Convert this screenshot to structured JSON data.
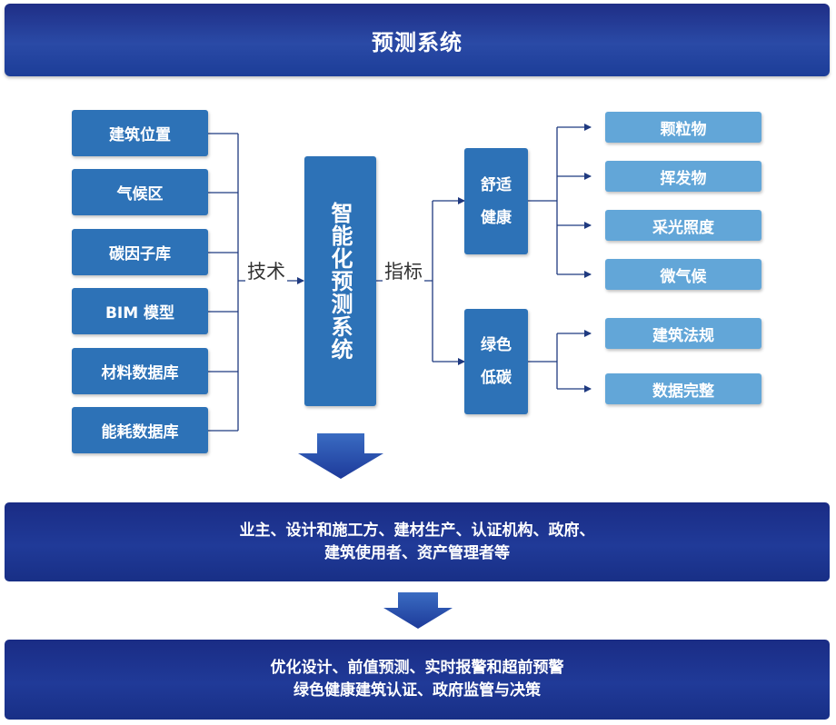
{
  "title": "预测系统",
  "inputs": [
    "建筑位置",
    "气候区",
    "碳因子库",
    "BIM 模型",
    "材料数据库",
    "能耗数据库"
  ],
  "edge_labels": {
    "technology": "技术",
    "indicator": "指标"
  },
  "center": "智能化预测系统",
  "groups": [
    {
      "line1": "舒适",
      "line2": "健康",
      "items": [
        "颗粒物",
        "挥发物",
        "采光照度",
        "微气候"
      ]
    },
    {
      "line1": "绿色",
      "line2": "低碳",
      "items": [
        "建筑法规",
        "数据完整"
      ]
    }
  ],
  "stakeholders": {
    "line1": "业主、设计和施工方、建材生产、认证机构、政府、",
    "line2": "建筑使用者、资产管理者等"
  },
  "outcomes": {
    "line1": "优化设计、前值预测、实时报警和超前预警",
    "line2": "绿色健康建筑认证、政府监管与决策"
  },
  "colors": {
    "dark_navy": "#1f2e86",
    "box_blue": "#2d72b7",
    "light_blue": "#62a6d8",
    "connector": "#1f3a80"
  }
}
